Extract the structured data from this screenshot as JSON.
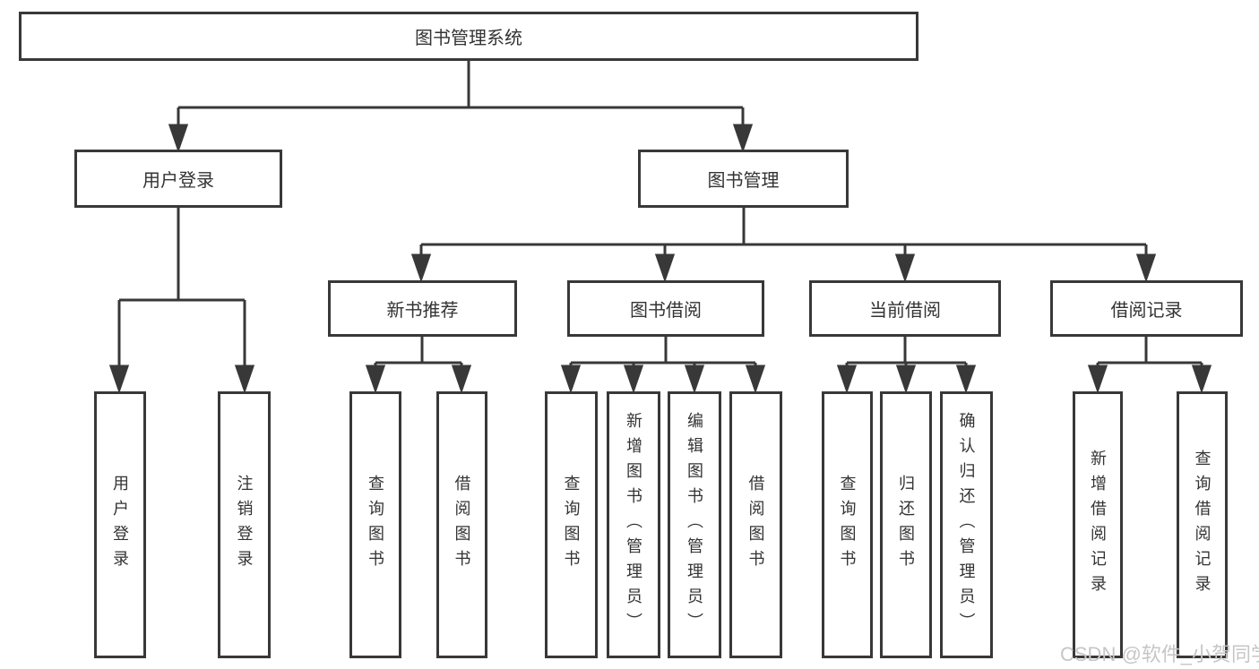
{
  "tree": {
    "label": "图书管理系统",
    "children": [
      {
        "label": "用户登录",
        "children": [
          {
            "label": "用户登录"
          },
          {
            "label": "注销登录"
          }
        ]
      },
      {
        "label": "图书管理",
        "children": [
          {
            "label": "新书推荐",
            "children": [
              {
                "label": "查询图书"
              },
              {
                "label": "借阅图书"
              }
            ]
          },
          {
            "label": "图书借阅",
            "children": [
              {
                "label": "查询图书"
              },
              {
                "label": "新增图书（管理员）"
              },
              {
                "label": "编辑图书（管理员）"
              },
              {
                "label": "借阅图书"
              }
            ]
          },
          {
            "label": "当前借阅",
            "children": [
              {
                "label": "查询图书"
              },
              {
                "label": "归还图书"
              },
              {
                "label": "确认归还（管理员）"
              }
            ]
          },
          {
            "label": "借阅记录",
            "children": [
              {
                "label": "新增借阅记录"
              },
              {
                "label": "查询借阅记录"
              }
            ]
          }
        ]
      }
    ]
  },
  "watermark": "CSDN @软件_小贺同学",
  "colors": {
    "line": "#383838",
    "text": "#333333",
    "node_background": "#ffffff",
    "watermark": "#c6c6c6"
  }
}
